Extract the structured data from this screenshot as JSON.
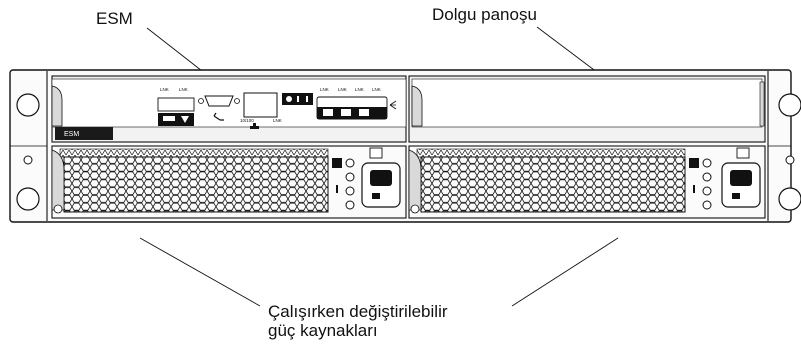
{
  "labels": {
    "esm": "ESM",
    "filler": "Dolgu panoşu",
    "psu_line1": "Çalışırken değiştirilebilir",
    "psu_line2": "güç kaynakları"
  },
  "esm_module": {
    "name_plate": "ESM",
    "port_lnk_1": "LNK",
    "port_lnk_2": "LNK",
    "port_lnk_3": "LNK",
    "port_lnk_4": "LNK",
    "port_lnk_5": "LNK",
    "port_lnk_6": "LNK",
    "eth_lnk": "LNK",
    "eth_speed": "10/100"
  },
  "colors": {
    "line": "#111111",
    "fill_light": "#f2f2f2",
    "fill_mid": "#d9d9d9",
    "plate_dark": "#1a1a1a"
  }
}
